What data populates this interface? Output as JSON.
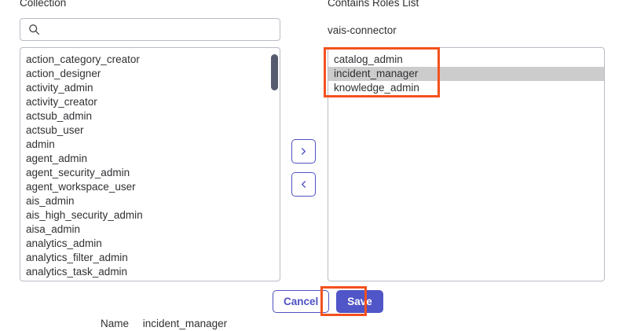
{
  "left_panel": {
    "label": "Collection",
    "search": {
      "placeholder": "",
      "value": "",
      "icon": "search-icon"
    },
    "items": [
      "action_category_creator",
      "action_designer",
      "activity_admin",
      "activity_creator",
      "actsub_admin",
      "actsub_user",
      "admin",
      "agent_admin",
      "agent_security_admin",
      "agent_workspace_user",
      "ais_admin",
      "ais_high_security_admin",
      "aisa_admin",
      "analytics_admin",
      "analytics_filter_admin",
      "analytics_task_admin"
    ]
  },
  "transfer": {
    "add_label": "›",
    "remove_label": "‹",
    "add_icon": "chevron-right-icon",
    "remove_icon": "chevron-left-icon"
  },
  "right_panel": {
    "label": "Contains Roles List",
    "connector": "vais-connector",
    "items": [
      {
        "label": "catalog_admin",
        "selected": false
      },
      {
        "label": "incident_manager",
        "selected": true
      },
      {
        "label": "knowledge_admin",
        "selected": false
      }
    ]
  },
  "actions": {
    "cancel_label": "Cancel",
    "save_label": "Save"
  },
  "footer": {
    "name_label": "Name",
    "name_value": "incident_manager"
  },
  "colors": {
    "accent": "#5055c7",
    "accent_border": "#4f52c4",
    "annotation": "#f4511e",
    "row_selected": "#cccccc",
    "scrollbar_thumb": "#565b70",
    "border": "#b8bcc4",
    "text": "#2f3033"
  }
}
